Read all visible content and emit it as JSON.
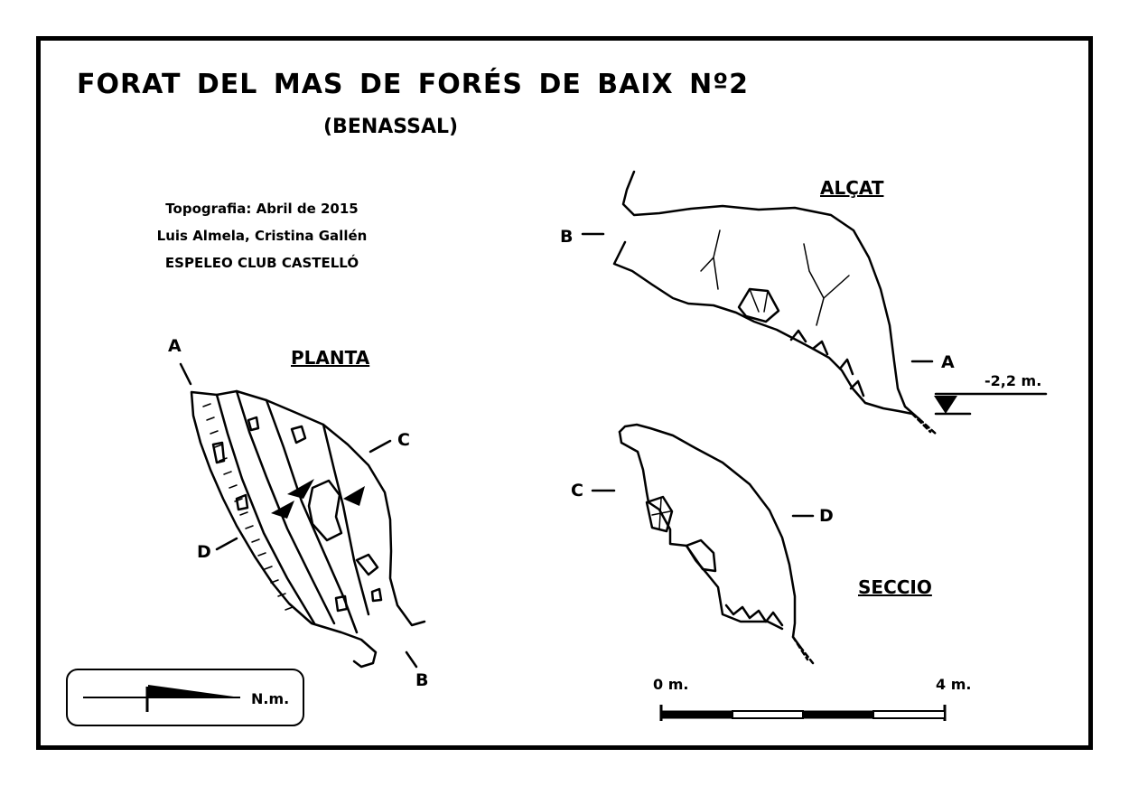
{
  "title": "FORAT DEL MAS DE FORÉS DE BAIX Nº2",
  "subtitle": "(BENASSAL)",
  "credits": {
    "line1": "Topografia: Abril de 2015",
    "line2": "Luis Almela, Cristina Gallén",
    "line3": "ESPELEO CLUB CASTELLÓ"
  },
  "views": {
    "plan": "PLANTA",
    "elevation": "ALÇAT",
    "section": "SECCIO"
  },
  "markers": {
    "a": "A",
    "b": "B",
    "c": "C",
    "d": "D",
    "a_elev": "A",
    "b_elev": "B",
    "c_sec": "C",
    "d_sec": "D"
  },
  "depth_label": "-2,2 m.",
  "north_label": "N.m.",
  "scale": {
    "start": "0 m.",
    "end": "4 m."
  }
}
